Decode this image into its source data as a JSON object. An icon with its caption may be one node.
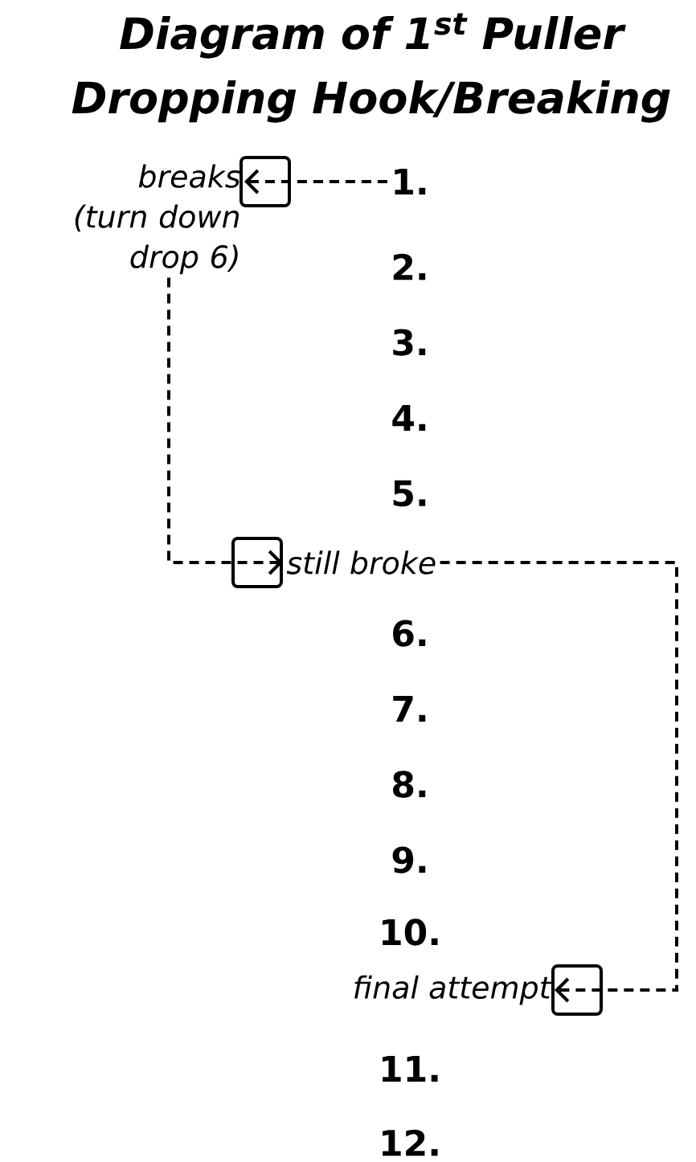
{
  "diagram": {
    "title": "Diagram of 1$^{st}$ Puller Dropping Hook/Breaking",
    "nodes": [
      {
        "text": [
          "breaks",
          "(turn down drop 6)"
        ]
      },
      {
        "text": [
          "1."
        ]
      },
      {
        "text": [
          "2."
        ]
      },
      {
        "text": [
          "3."
        ]
      },
      {
        "text": [
          "4."
        ]
      },
      {
        "text": [
          "5."
        ]
      },
      {
        "text": [
          "still broke"
        ]
      },
      {
        "text": [
          "6."
        ]
      },
      {
        "text": [
          "7."
        ]
      },
      {
        "text": [
          "8."
        ]
      },
      {
        "text": [
          "9."
        ]
      },
      {
        "text": [
          "10."
        ]
      },
      {
        "text": [
          "final attempt"
        ]
      },
      {
        "text": [
          "11."
        ]
      },
      {
        "text": [
          "12."
        ]
      }
    ],
    "edges": [
      {
        "from": 1,
        "to": 0,
        "arrow": "to",
        "style": "dashed"
      },
      {
        "from": 0,
        "to": 6,
        "arrow": "to",
        "style": "dashed"
      },
      {
        "from": 6,
        "to": 12,
        "arrow": "to",
        "style": "dashed"
      }
    ]
  }
}
